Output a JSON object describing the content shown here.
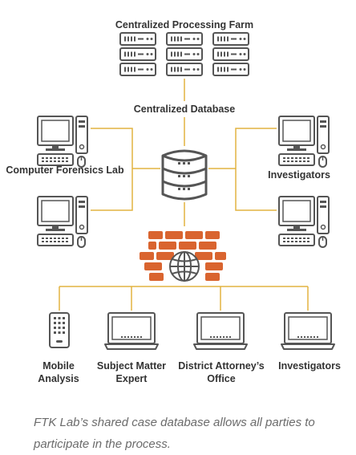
{
  "labels": {
    "farm_title": "Centralized Processing Farm",
    "database_title": "Centralized Database",
    "forensics_lab": "Computer Forensics Lab",
    "investigators_right": "Investigators",
    "mobile_analysis": "Mobile Analysis",
    "subject_matter_expert": "Subject Matter Expert",
    "district_attorney": "District Attorney’s Office",
    "investigators_bottom": "Investigators"
  },
  "caption": "FTK Lab’s shared case database allows all parties to participate in the process.",
  "colors": {
    "connector": "#e2b341",
    "outline": "#555555",
    "firewall_brick": "#d9642f",
    "text": "#333333",
    "caption": "#6b6b6b"
  },
  "icons": [
    "server-icon",
    "database-icon",
    "desktop-computer-icon",
    "firewall-icon",
    "globe-icon",
    "mobile-phone-icon",
    "laptop-icon"
  ]
}
